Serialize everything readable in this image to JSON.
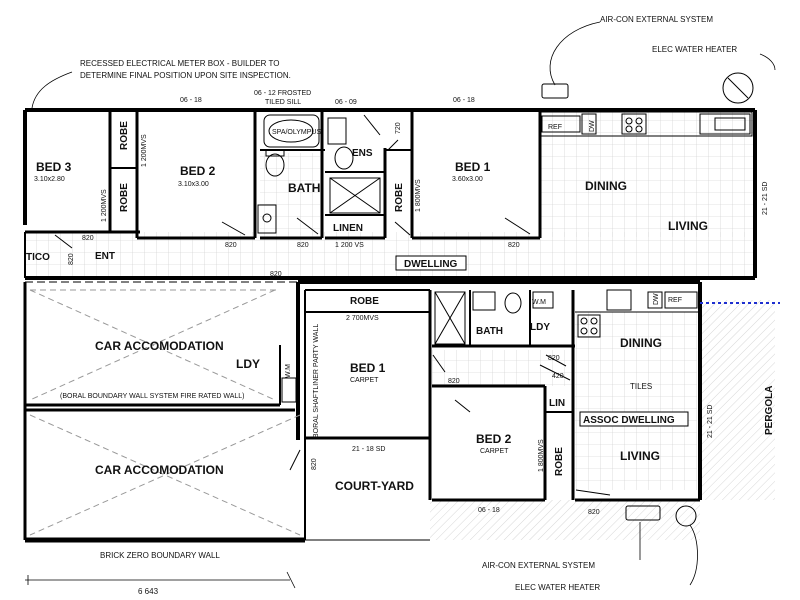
{
  "annotations": {
    "meter_line1": "RECESSED ELECTRICAL METER BOX - BUILDER TO",
    "meter_line2": "DETERMINE FINAL POSITION UPON SITE INSPECTION.",
    "aircon_top": "AIR-CON EXTERNAL SYSTEM",
    "water_top": "ELEC WATER HEATER",
    "aircon_bottom": "AIR-CON EXTERNAL SYSTEM",
    "water_bottom": "ELEC WATER HEATER",
    "frosted_line1": "06 - 12 FROSTED",
    "frosted_line2": "TILED SILL",
    "boundary_wall": "BRICK ZERO BOUNDARY WALL",
    "boral_wall": "(BORAL BOUNDARY WALL SYSTEM FIRE RATED WALL)",
    "party_wall": "BORAL SHAFTLINER PARTY WALL",
    "overall_dim": "6 643"
  },
  "dwelling": {
    "label": "DWELLING",
    "bed3": "BED 3",
    "bed3_dim": "3.10x2.80",
    "bed2": "BED 2",
    "bed2_dim": "3.10x3.00",
    "bed1": "BED 1",
    "bed1_dim": "3.60x3.00",
    "bath": "BATH",
    "ens": "ENS",
    "linen": "LINEN",
    "robe": "ROBE",
    "dining": "DINING",
    "living": "LIVING",
    "ent": "ENT",
    "portico": "TICO",
    "ref": "REF",
    "dw": "DW",
    "spa": "SPA/OLYMPUS",
    "dims": {
      "w1": "06 - 18",
      "w2": "06 - 09",
      "w3": "06 - 18",
      "robe1": "1 200MVS",
      "robe2": "1 200MVS",
      "robe3": "1 800MVS",
      "d720": "720",
      "linen_vs": "1 200 VS",
      "door": "820",
      "sd": "21 - 21 SD"
    }
  },
  "assoc": {
    "label": "ASSOC DWELLING",
    "car1": "CAR ACCOMODATION",
    "car2": "CAR ACCOMODATION",
    "ldy_left": "LDY",
    "wm_left": "W.M",
    "robe": "ROBE",
    "robe_dim": "2 700MVS",
    "bed1": "BED 1",
    "bed1_floor": "CARPET",
    "bath": "BATH",
    "wm": "W.M",
    "ldy": "LDY",
    "dining": "DINING",
    "tiles": "TILES",
    "living": "LIVING",
    "lin": "LIN",
    "bed2": "BED 2",
    "bed2_floor": "CARPET",
    "robe2": "ROBE",
    "robe2_dim": "1 800MVS",
    "courtyard": "COURT-YARD",
    "pergola": "PERGOLA",
    "ref": "REF",
    "dw": "DW",
    "dims": {
      "cy_sd": "21 - 18 SD",
      "w_bottom": "06 - 18",
      "d420": "420",
      "door": "820",
      "sd": "21 - 21 SD"
    }
  }
}
